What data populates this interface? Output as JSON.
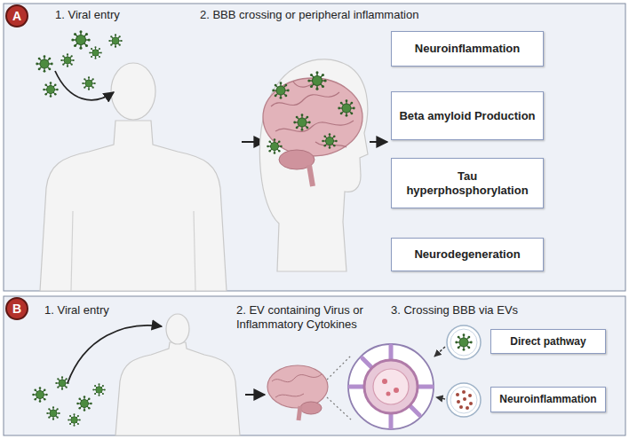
{
  "diagram": {
    "nodes": [
      {
        "text": [
          "1. Viral entry",
          "2. BBB crossing or peripheral inflammation"
        ]
      },
      {
        "text": [
          "A"
        ],
        "in": 0
      },
      {
        "text": [
          "Neuroinflammation"
        ],
        "in": 0
      },
      {
        "text": [
          "Beta amyloid Production"
        ],
        "in": 0
      },
      {
        "text": [
          "Tau hyperphosphorylation"
        ],
        "in": 0
      },
      {
        "text": [
          "Neurodegeneration"
        ],
        "in": 0
      },
      {
        "text": [
          "1. Viral entry",
          "2. EV containing Virus or Inflammatory Cytokines",
          "3. Crossing BBB via EVs"
        ]
      },
      {
        "text": [
          "B"
        ],
        "in": 6
      },
      {
        "text": [
          "Direct pathway"
        ],
        "in": 6
      },
      {
        "text": [
          "Neuroinflammation"
        ],
        "in": 6
      }
    ]
  }
}
